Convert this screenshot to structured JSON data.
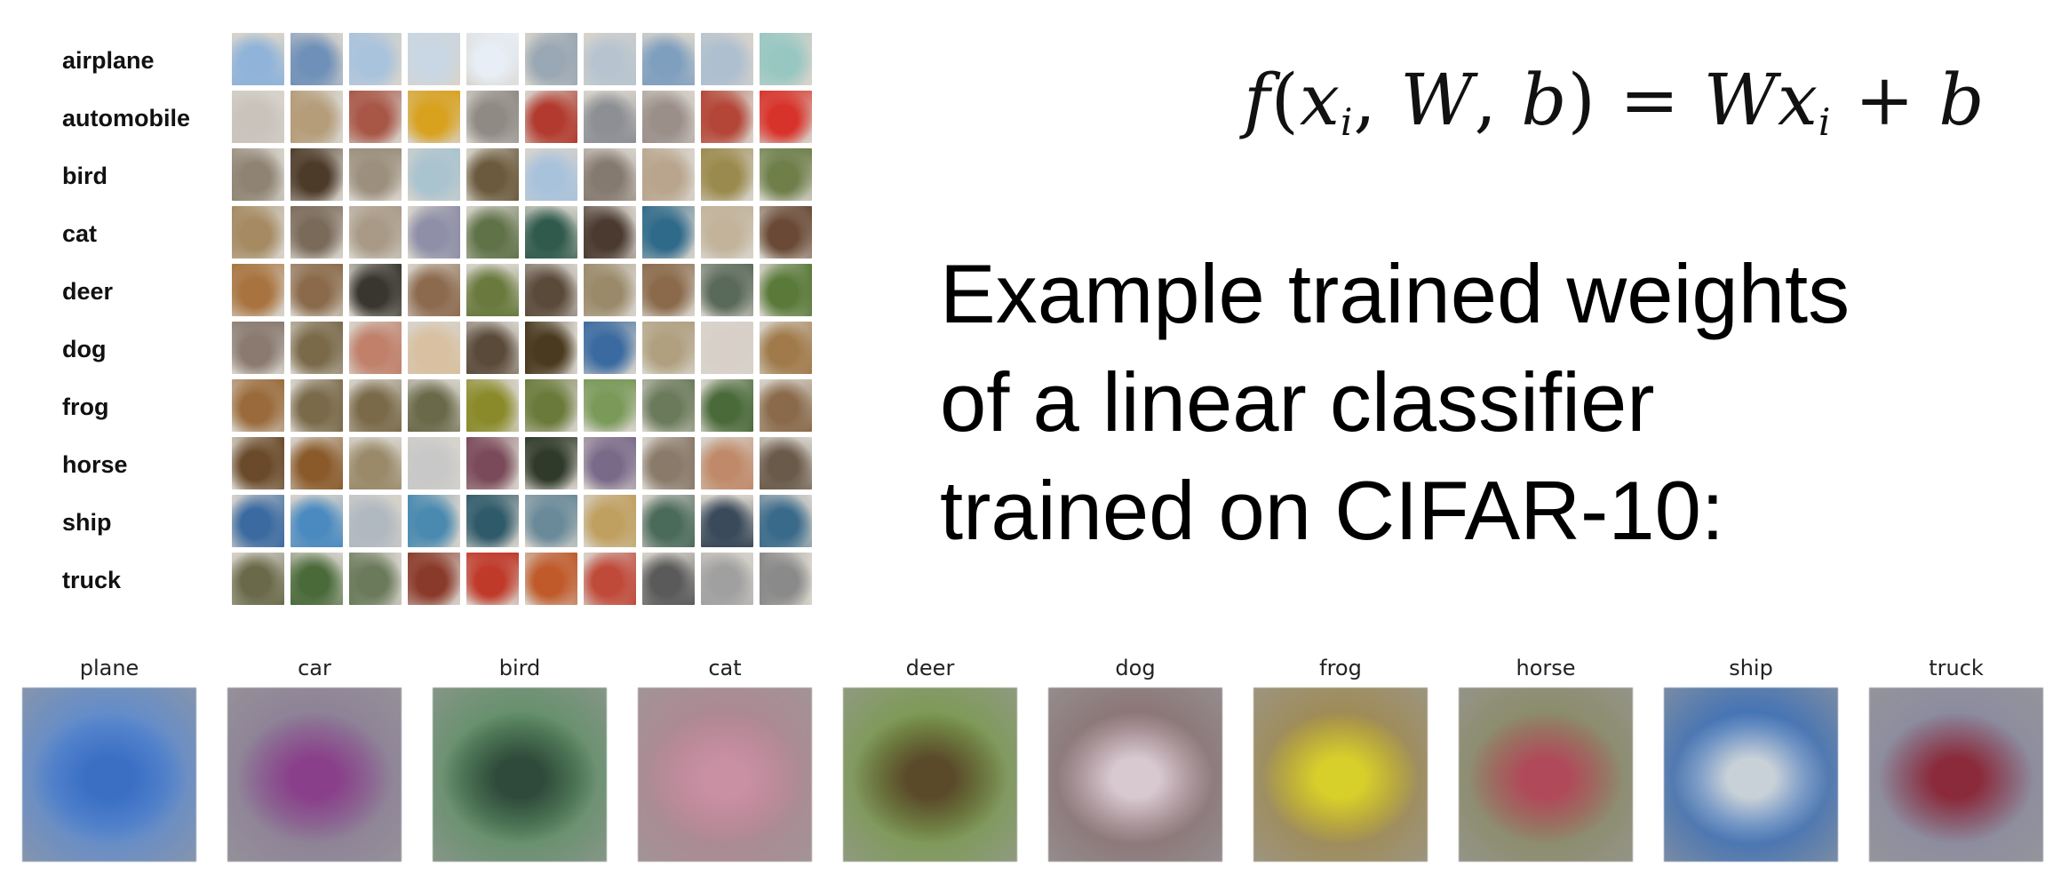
{
  "class_labels": [
    "airplane",
    "automobile",
    "bird",
    "cat",
    "deer",
    "dog",
    "frog",
    "horse",
    "ship",
    "truck"
  ],
  "formula": {
    "f": "f",
    "open": "(",
    "x": "x",
    "sub_i": "i",
    "comma1": ", ",
    "W": "W",
    "comma2": ", ",
    "b": "b",
    "close": ")",
    "equals": " = ",
    "W2": "W",
    "x2": "x",
    "sub_i2": "i",
    "plus": " + ",
    "b2": "b"
  },
  "caption": {
    "line1": "Example trained weights",
    "line2": "of a linear classifier",
    "line3": "trained on CIFAR-10:"
  },
  "weight_titles": [
    "plane",
    "car",
    "bird",
    "cat",
    "deer",
    "dog",
    "frog",
    "horse",
    "ship",
    "truck"
  ],
  "sample_palettes": [
    [
      "#8fb3d9",
      "#6f90b8",
      "#a9c3dd",
      "#c9d6e3",
      "#e7eef5",
      "#9aa7b4",
      "#b7c4cf",
      "#7f9fbf",
      "#aebfcf",
      "#98c7c2"
    ],
    [
      "#c9c3bb",
      "#b59d7a",
      "#a85646",
      "#d8a21f",
      "#8f8a84",
      "#b23a2e",
      "#8d8f94",
      "#9b8f8a",
      "#b44637",
      "#d8332a"
    ],
    [
      "#8f8474",
      "#4d3b2a",
      "#9c8f7d",
      "#a9c3cf",
      "#6b5a3d",
      "#a9c2dc",
      "#857a6f",
      "#b9a58d",
      "#9b8a4d",
      "#6e7f4a"
    ],
    [
      "#a58a62",
      "#7a6a5a",
      "#a99a87",
      "#8f8fa8",
      "#5f7248",
      "#2f5a4c",
      "#4a3a30",
      "#2f6a8a",
      "#c2b39a",
      "#6a4a36"
    ],
    [
      "#a8733e",
      "#8a6a4a",
      "#39362f",
      "#8c6a4e",
      "#6a7a3e",
      "#5a4a3a",
      "#9a8a6a",
      "#8a6a4a",
      "#5a6a5a",
      "#5a7a3a"
    ],
    [
      "#8a7a70",
      "#7a6a4a",
      "#c0806a",
      "#d8c0a0",
      "#5a4a3a",
      "#4a3a20",
      "#3a6aa0",
      "#b0a080",
      "#d8d0c8",
      "#a07a4a"
    ],
    [
      "#9a6a3a",
      "#7a6a4a",
      "#7a6a4a",
      "#6a6a4a",
      "#8a8a2a",
      "#6a7a3a",
      "#7a9a5a",
      "#6a7a5a",
      "#4a6a3a",
      "#8a6a4a"
    ],
    [
      "#6a4a2a",
      "#8a5a2a",
      "#9a8a6a",
      "#c8c8c8",
      "#7a4a5a",
      "#2f3a2a",
      "#7a6a8a",
      "#8a7a6a",
      "#c08a6a",
      "#6a5a4a"
    ],
    [
      "#3a6aa0",
      "#4a8ac0",
      "#b0b8c0",
      "#4a8ab0",
      "#2f5a6a",
      "#6a8a9a",
      "#c0a060",
      "#4a6a5a",
      "#3a4a5a",
      "#3a6a8a"
    ],
    [
      "#6a6a4a",
      "#4a6a3a",
      "#6a7a5a",
      "#8a3a2a",
      "#c03a2a",
      "#c05a2a",
      "#c04a3a",
      "#5a5a5a",
      "#a0a0a0",
      "#8a8a8a"
    ]
  ],
  "weight_colors": [
    {
      "outer": "#5d8bd0",
      "inner": "#3a6fc4"
    },
    {
      "outer": "#8c7f97",
      "inner": "#8a3f8a"
    },
    {
      "outer": "#5f8f66",
      "inner": "#2f4a3a"
    },
    {
      "outer": "#b08792",
      "inner": "#c98fa3"
    },
    {
      "outer": "#7a9a4e",
      "inner": "#5a4a2a"
    },
    {
      "outer": "#8a7274",
      "inner": "#d8c8d0"
    },
    {
      "outer": "#a08a4e",
      "inner": "#d8d02a"
    },
    {
      "outer": "#8a8a66",
      "inner": "#b04a5a"
    },
    {
      "outer": "#3a6fb8",
      "inner": "#c8d0d8"
    },
    {
      "outer": "#8a8aa0",
      "inner": "#8a2a3a"
    }
  ]
}
